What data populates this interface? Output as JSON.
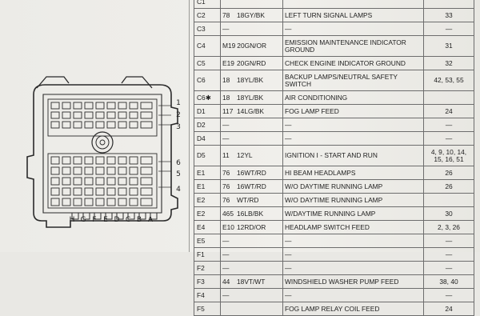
{
  "connector": {
    "row_numbers": [
      "1",
      "2",
      "3",
      "6",
      "5",
      "4"
    ],
    "column_letters": [
      "H",
      "G",
      "F",
      "E",
      "D",
      "C",
      "B",
      "A"
    ]
  },
  "table": {
    "rows": [
      {
        "cavity": "C1",
        "wire": "",
        "color": "",
        "function": "",
        "pages": ""
      },
      {
        "cavity": "C2",
        "wire": "78",
        "color": "18GY/BK",
        "function": "LEFT TURN SIGNAL LAMPS",
        "pages": "33"
      },
      {
        "cavity": "C3",
        "wire": "—",
        "color": "",
        "function": "—",
        "pages": "—"
      },
      {
        "cavity": "C4",
        "wire": "M19",
        "color": "20GN/OR",
        "function": "EMISSION MAINTENANCE INDICATOR GROUND",
        "pages": "31"
      },
      {
        "cavity": "C5",
        "wire": "E19",
        "color": "20GN/RD",
        "function": "CHECK ENGINE INDICATOR GROUND",
        "pages": "32"
      },
      {
        "cavity": "C6",
        "wire": "18",
        "color": "18YL/BK",
        "function": "BACKUP LAMPS/NEUTRAL SAFETY SWITCH",
        "pages": "42, 53, 55"
      },
      {
        "cavity": "C6✱",
        "wire": "18",
        "color": "18YL/BK",
        "function": "AIR CONDITIONING",
        "pages": ""
      },
      {
        "cavity": "D1",
        "wire": "117",
        "color": "14LG/BK",
        "function": "FOG LAMP FEED",
        "pages": "24"
      },
      {
        "cavity": "D2",
        "wire": "—",
        "color": "",
        "function": "—",
        "pages": "—"
      },
      {
        "cavity": "D4",
        "wire": "—",
        "color": "",
        "function": "—",
        "pages": "—"
      },
      {
        "cavity": "D5",
        "wire": "11",
        "color": "12YL",
        "function": "IGNITION I - START AND RUN",
        "pages": "4, 9, 10, 14, 15, 16, 51"
      },
      {
        "cavity": "E1",
        "wire": "76",
        "color": "16WT/RD",
        "function": "HI BEAM HEADLAMPS",
        "pages": "26"
      },
      {
        "cavity": "E1",
        "wire": "76",
        "color": "16WT/RD",
        "function": "W/O DAYTIME RUNNING LAMP",
        "pages": "26"
      },
      {
        "cavity": "E2",
        "wire": "76",
        "color": "WT/RD",
        "function": "W/O DAYTIME RUNNING LAMP",
        "pages": ""
      },
      {
        "cavity": "E2",
        "wire": "465",
        "color": "16LB/BK",
        "function": "W/DAYTIME RUNNING LAMP",
        "pages": "30"
      },
      {
        "cavity": "E4",
        "wire": "E10",
        "color": "12RD/OR",
        "function": "HEADLAMP SWITCH FEED",
        "pages": "2, 3, 26"
      },
      {
        "cavity": "E5",
        "wire": "—",
        "color": "",
        "function": "—",
        "pages": "—"
      },
      {
        "cavity": "F1",
        "wire": "—",
        "color": "",
        "function": "—",
        "pages": "—"
      },
      {
        "cavity": "F2",
        "wire": "—",
        "color": "",
        "function": "—",
        "pages": "—"
      },
      {
        "cavity": "F3",
        "wire": "44",
        "color": "18VT/WT",
        "function": "WINDSHIELD WASHER PUMP FEED",
        "pages": "38, 40"
      },
      {
        "cavity": "F4",
        "wire": "—",
        "color": "",
        "function": "—",
        "pages": "—"
      },
      {
        "cavity": "F5",
        "wire": "",
        "color": "",
        "function": "FOG LAMP RELAY COIL FEED",
        "pages": "24"
      }
    ]
  }
}
